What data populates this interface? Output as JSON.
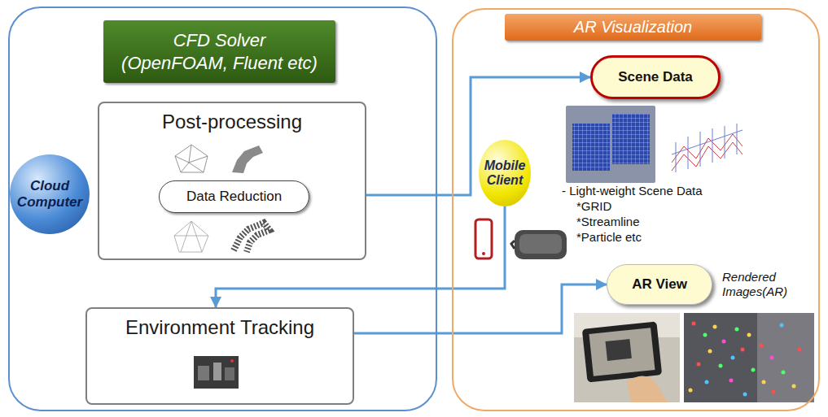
{
  "diagram": {
    "nodes": [
      {
        "text": [
          "CFD Solver",
          "(OpenFOAM, Fluent etc)"
        ]
      },
      {
        "text": [
          "Cloud Computer"
        ],
        "in": 0
      },
      {
        "text": [
          "Post-processing"
        ],
        "in": 0
      },
      {
        "text": [
          "Data Reduction"
        ],
        "in": 2
      },
      {
        "text": [
          "Environment Tracking"
        ],
        "in": 0
      },
      {
        "text": [
          "AR Visualization"
        ]
      },
      {
        "text": [
          "Scene Data"
        ],
        "in": 5
      },
      {
        "text": [
          "Mobile Client"
        ],
        "in": 5
      },
      {
        "text": [
          "AR View"
        ],
        "in": 5
      }
    ],
    "edges": [
      {
        "from": 2,
        "to": 6,
        "arrow": "to"
      },
      {
        "from": 7,
        "to": 4,
        "arrow": "to"
      },
      {
        "from": 4,
        "to": 8,
        "arrow": "to"
      }
    ],
    "labels": [
      "- Light-weight Scene Data",
      "*GRID",
      "*Streamline",
      "*Particle etc",
      "Rendered Images(AR)"
    ]
  }
}
